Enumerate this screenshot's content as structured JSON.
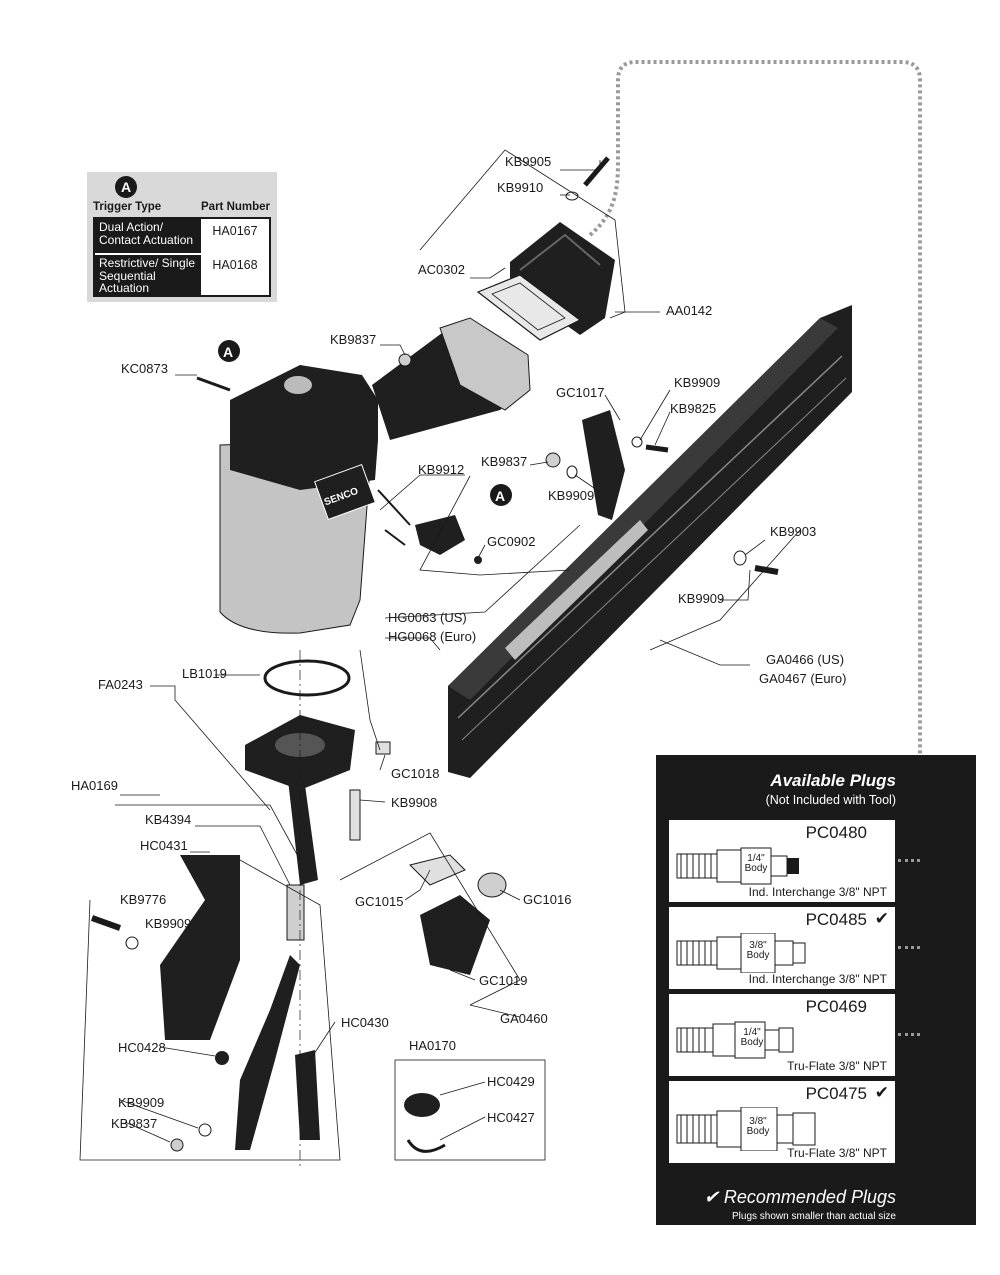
{
  "trigger_table": {
    "badge": "A",
    "col_trigger_type": "Trigger Type",
    "col_part_number": "Part Number",
    "rows": [
      {
        "type": "Dual Action/ Contact Actuation",
        "part": "HA0167"
      },
      {
        "type": "Restrictive/ Single Sequential Actuation",
        "part": "HA0168"
      }
    ]
  },
  "callouts": {
    "kb9905": "KB9905",
    "kb9910": "KB9910",
    "ac0302": "AC0302",
    "aa0142": "AA0142",
    "kb9837_top": "KB9837",
    "kc0873": "KC0873",
    "badge_a1": "A",
    "gc1017": "GC1017",
    "kb9909_a": "KB9909",
    "kb9825": "KB9825",
    "kb9837_mid": "KB9837",
    "kb9912": "KB9912",
    "kb9909_b": "KB9909",
    "badge_a2": "A",
    "gc0902": "GC0902",
    "kb9903": "KB9903",
    "kb9909_c": "KB9909",
    "hg0063": "HG0063 (US)",
    "hg0068": "HG0068 (Euro)",
    "ga0466": "GA0466 (US)",
    "ga0467": "GA0467 (Euro)",
    "fa0243": "FA0243",
    "lb1019": "LB1019",
    "gc1018": "GC1018",
    "kb9908": "KB9908",
    "ha0169": "HA0169",
    "kb4394": "KB4394",
    "hc0431": "HC0431",
    "kb9776": "KB9776",
    "kb9909_d": "KB9909",
    "gc1015": "GC1015",
    "gc1016": "GC1016",
    "gc1019": "GC1019",
    "ga0460": "GA0460",
    "hc0430": "HC0430",
    "hc0428": "HC0428",
    "ha0170": "HA0170",
    "hc0429": "HC0429",
    "hc0427": "HC0427",
    "kb9909_e": "KB9909",
    "kb9837_bot": "KB9837",
    "brand": "SENCO"
  },
  "plugs": {
    "title": "Available Plugs",
    "subtitle": "(Not Included with Tool)",
    "items": [
      {
        "part": "PC0480",
        "recommended": "",
        "body": "1/4\" Body",
        "desc": "Ind. Interchange 3/8\" NPT"
      },
      {
        "part": "PC0485",
        "recommended": "✔",
        "body": "3/8\" Body",
        "desc": "Ind. Interchange 3/8\" NPT"
      },
      {
        "part": "PC0469",
        "recommended": "",
        "body": "1/4\" Body",
        "desc": "Tru-Flate 3/8\" NPT"
      },
      {
        "part": "PC0475",
        "recommended": "✔",
        "body": "3/8\" Body",
        "desc": "Tru-Flate 3/8\" NPT"
      }
    ],
    "footer": "✔ Recommended Plugs",
    "note": "Plugs shown smaller than actual size"
  }
}
